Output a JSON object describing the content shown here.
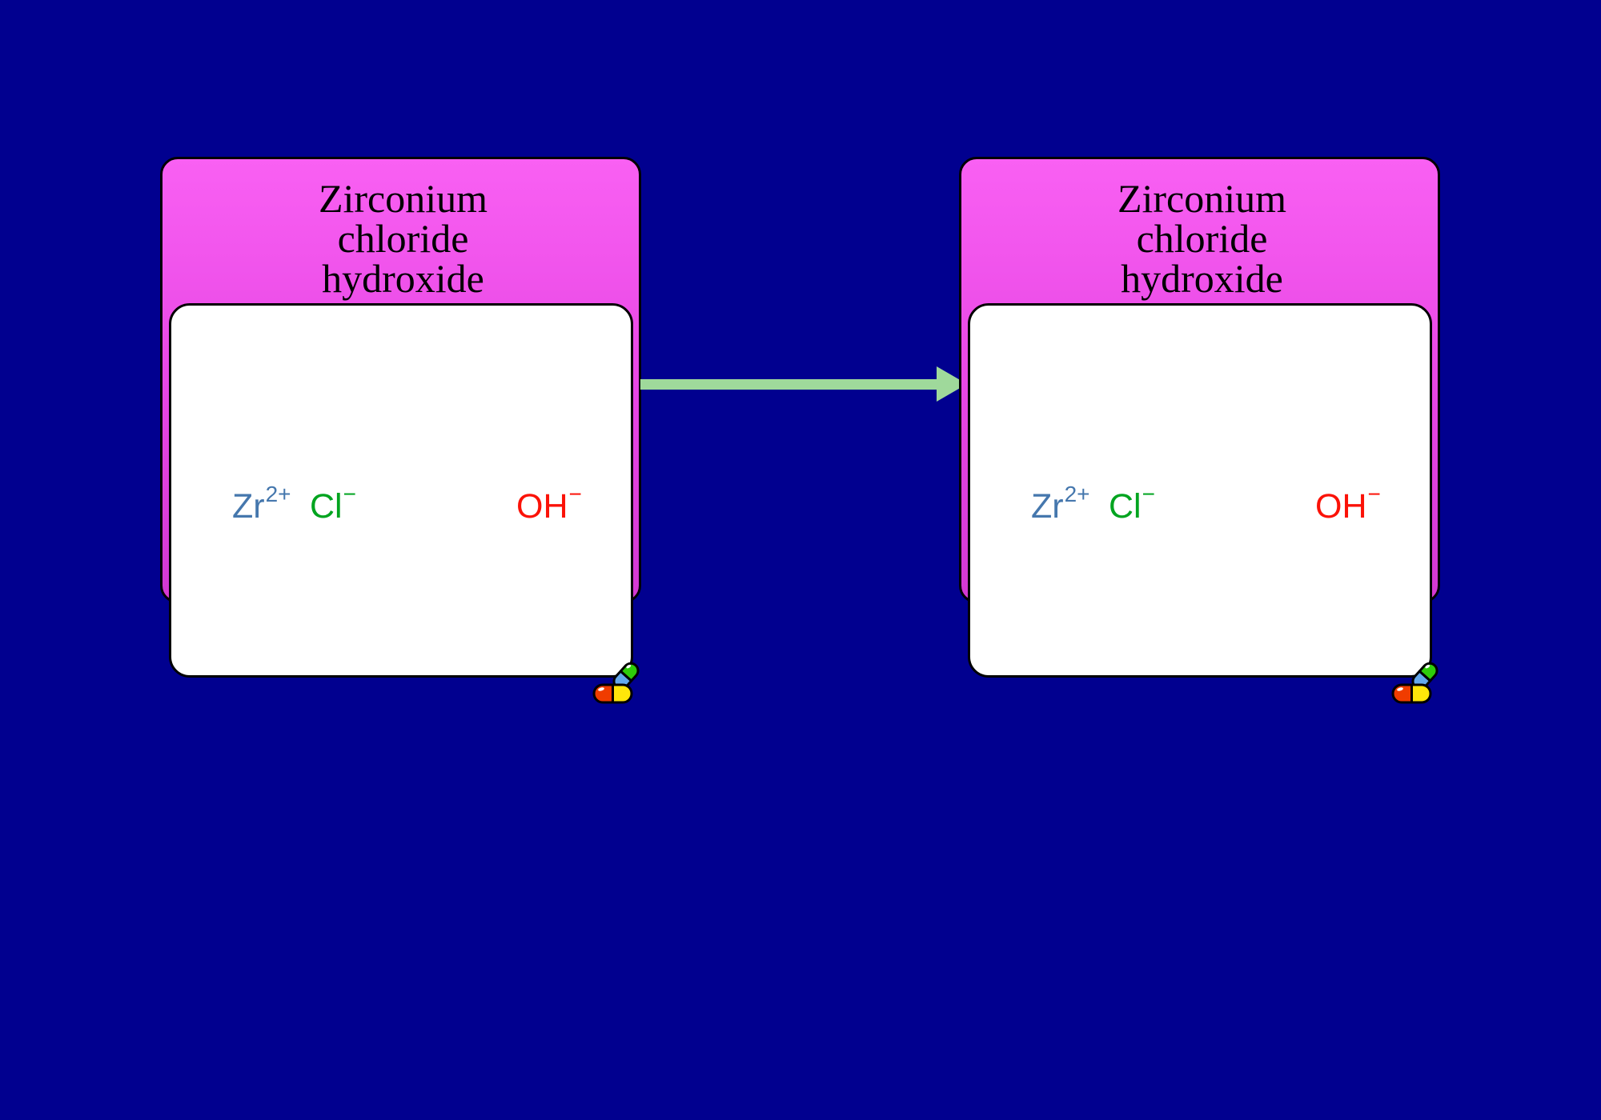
{
  "slide": {
    "background_color": "#01008F"
  },
  "arrow": {
    "color": "#9FD99B",
    "direction": "right"
  },
  "colors": {
    "card_border": "#000000",
    "header_gradient_top": "#F960F3",
    "header_gradient_bottom": "#D238D2",
    "body_fill": "#FFFFFF"
  },
  "pills_icon": {
    "capsule_green": "#2ECC0A",
    "capsule_blue": "#64A9EC",
    "capsule_orange": "#F03C00",
    "capsule_yellow": "#FFE60A",
    "outline": "#000000"
  },
  "cards": [
    {
      "title": "Zirconium chloride hydroxide",
      "title_lines": [
        "Zirconium",
        "chloride",
        "hydroxide"
      ],
      "ions": [
        {
          "symbol": "Zr",
          "charge": "2+",
          "color": "#4577AD"
        },
        {
          "symbol": "Cl",
          "charge": "−",
          "color": "#00A41F"
        },
        {
          "symbol": "OH",
          "charge": "−",
          "color": "#FB1207"
        }
      ],
      "icon": "pills-icon"
    },
    {
      "title": "Zirconium chloride hydroxide",
      "title_lines": [
        "Zirconium",
        "chloride",
        "hydroxide"
      ],
      "ions": [
        {
          "symbol": "Zr",
          "charge": "2+",
          "color": "#4577AD"
        },
        {
          "symbol": "Cl",
          "charge": "−",
          "color": "#00A41F"
        },
        {
          "symbol": "OH",
          "charge": "−",
          "color": "#FB1207"
        }
      ],
      "icon": "pills-icon"
    }
  ]
}
